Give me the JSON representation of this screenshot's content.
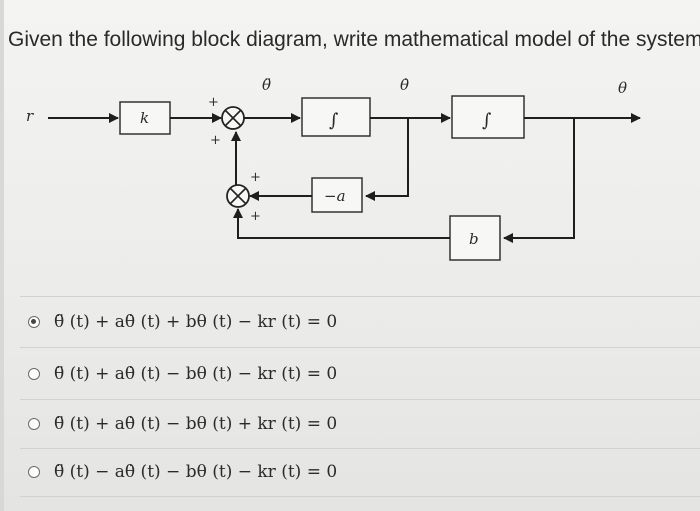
{
  "question": {
    "text": "Given the following block diagram, write mathematical model of the system"
  },
  "diagram": {
    "input_label": "r",
    "gain_k_label": "k",
    "integrator1_label": "∫",
    "integrator2_label": "∫",
    "feedback_a_label": "−a",
    "feedback_b_label": "b",
    "theta_ddot_label": "θ̈",
    "theta_dot_label": "θ̇",
    "theta_label": "θ",
    "sum1_sign_top": "+",
    "sum1_sign_bottom": "+",
    "sum2_sign_right": "+",
    "sum2_sign_bottom": "+"
  },
  "options": [
    {
      "label": "θ̈ (t) + aθ̇ (t) + bθ (t) − kr (t) = 0",
      "selected": true
    },
    {
      "label": "θ̈ (t) + aθ̇ (t) − bθ (t) − kr (t) = 0",
      "selected": false
    },
    {
      "label": "θ̈ (t) + aθ̇ (t) − bθ (t) + kr (t) = 0",
      "selected": false
    },
    {
      "label": "θ̈ (t) − aθ̇ (t) − bθ (t) − kr (t) = 0",
      "selected": false
    }
  ]
}
